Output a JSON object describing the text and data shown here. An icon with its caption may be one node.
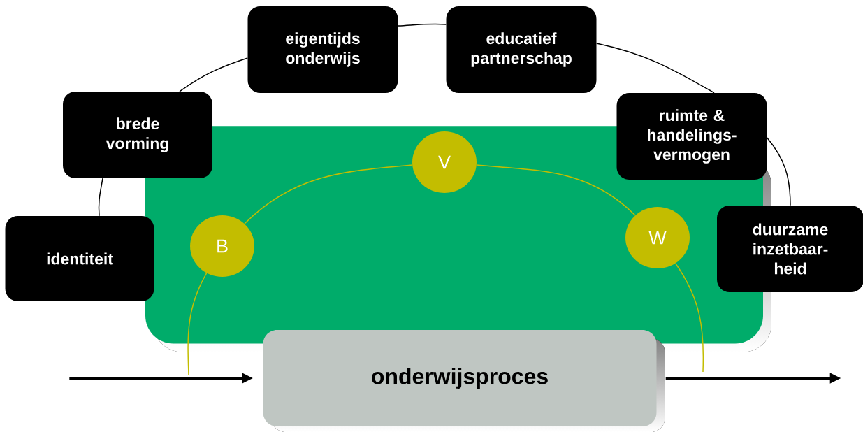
{
  "diagram": {
    "nodes": [
      {
        "text": [],
        "shape": "box"
      },
      {
        "text": [
          "identiteit"
        ]
      },
      {
        "text": [
          "brede vorming"
        ]
      },
      {
        "text": [
          "eigentijds onderwijs"
        ]
      },
      {
        "text": [
          "educatief partnerschap"
        ]
      },
      {
        "text": [
          "ruimte & handelings- vermogen"
        ]
      },
      {
        "text": [
          "duurzame inzetbaar- heid"
        ]
      },
      {
        "text": [
          "B"
        ],
        "in": 0
      },
      {
        "text": [
          "V"
        ],
        "in": 0
      },
      {
        "text": [
          "W"
        ],
        "in": 0
      },
      {
        "text": [
          "onderwijsproces"
        ]
      }
    ],
    "edges": [
      {
        "from": 1,
        "to": 2,
        "arrow": "none"
      },
      {
        "from": 2,
        "to": 3,
        "arrow": "none"
      },
      {
        "from": 3,
        "to": 4,
        "arrow": "none"
      },
      {
        "from": 4,
        "to": 5,
        "arrow": "none"
      },
      {
        "from": 5,
        "to": 6,
        "arrow": "none"
      },
      {
        "from": null,
        "to": 7,
        "arrow": "none",
        "color": "#c3bd00"
      },
      {
        "from": 7,
        "to": 8,
        "arrow": "none",
        "color": "#c3bd00"
      },
      {
        "from": 8,
        "to": 9,
        "arrow": "none",
        "color": "#c3bd00"
      },
      {
        "from": 9,
        "to": null,
        "arrow": "none",
        "color": "#c3bd00"
      },
      {
        "from": null,
        "to": 10,
        "arrow": "to",
        "style": "thick"
      },
      {
        "from": 10,
        "to": null,
        "arrow": "to",
        "style": "thick"
      }
    ]
  }
}
